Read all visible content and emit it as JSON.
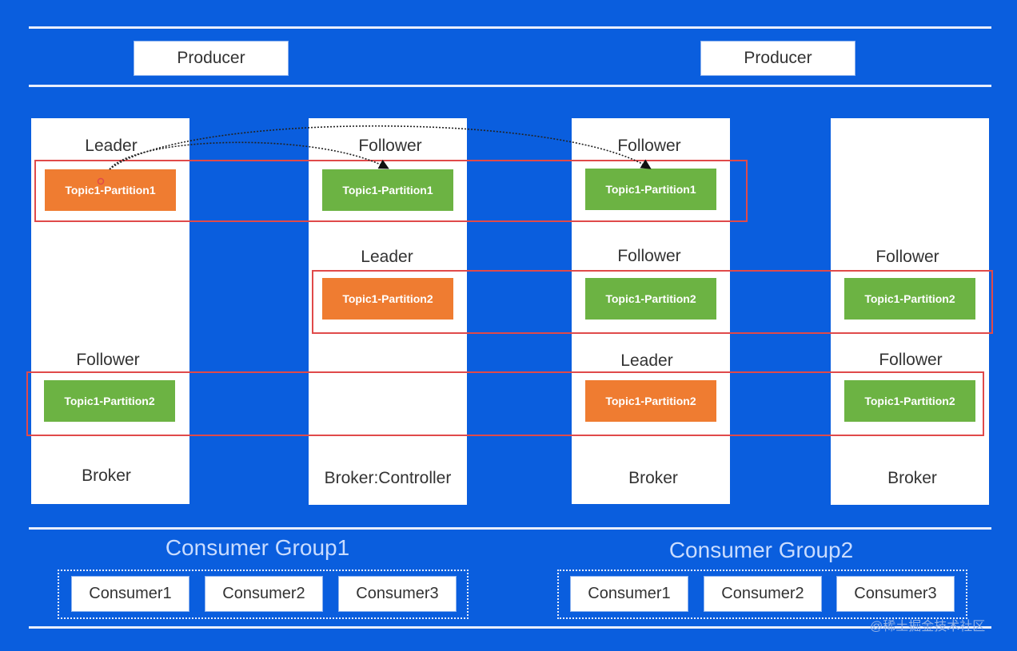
{
  "producers": [
    "Producer",
    "Producer"
  ],
  "brokers": [
    {
      "name": "Broker",
      "partitions": [
        {
          "role": "Leader",
          "label": "Topic1-Partition1",
          "type": "leader"
        },
        {
          "role": "Follower",
          "label": "Topic1-Partition2",
          "type": "follower"
        }
      ]
    },
    {
      "name": "Broker:Controller",
      "partitions": [
        {
          "role": "Follower",
          "label": "Topic1-Partition1",
          "type": "follower"
        },
        {
          "role": "Leader",
          "label": "Topic1-Partition2",
          "type": "leader"
        }
      ]
    },
    {
      "name": "Broker",
      "partitions": [
        {
          "role": "Follower",
          "label": "Topic1-Partition1",
          "type": "follower"
        },
        {
          "role": "Follower",
          "label": "Topic1-Partition2",
          "type": "follower"
        },
        {
          "role": "Leader",
          "label": "Topic1-Partition2",
          "type": "leader"
        }
      ]
    },
    {
      "name": "Broker",
      "partitions": [
        {
          "role": "Follower",
          "label": "Topic1-Partition2",
          "type": "follower"
        },
        {
          "role": "Follower",
          "label": "Topic1-Partition2",
          "type": "follower"
        }
      ]
    }
  ],
  "consumer_groups": [
    {
      "title": "Consumer Group1",
      "consumers": [
        "Consumer1",
        "Consumer2",
        "Consumer3"
      ]
    },
    {
      "title": "Consumer Group2",
      "consumers": [
        "Consumer1",
        "Consumer2",
        "Consumer3"
      ]
    }
  ],
  "watermark": "@稀土掘金技术社区",
  "colors": {
    "background": "#0a5ede",
    "leader": "#ef7c31",
    "follower": "#6cb343",
    "highlight": "#e04a4a"
  }
}
